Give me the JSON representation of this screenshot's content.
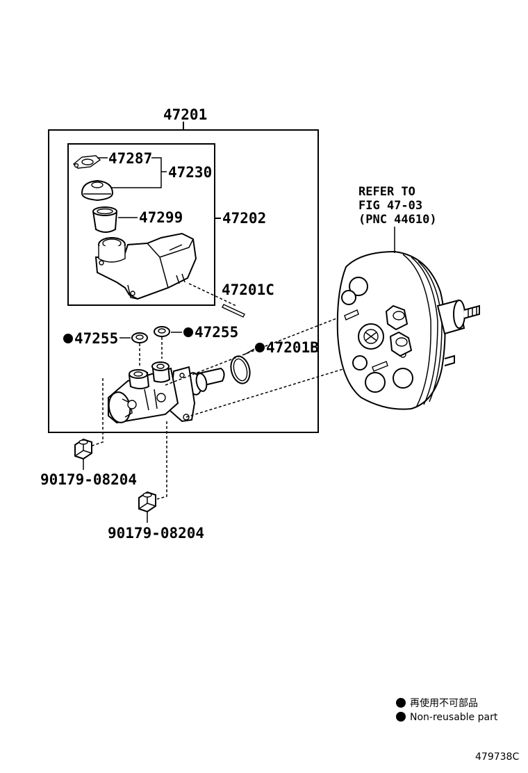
{
  "labels": {
    "p47201": "47201",
    "p47202": "47202",
    "p47287": "47287",
    "p47230": "47230",
    "p47299": "47299",
    "p47201C": "47201C",
    "p47255_left": "47255",
    "p47255_right": "47255",
    "p47201B": "47201B",
    "p90179_a": "90179-08204",
    "p90179_b": "90179-08204"
  },
  "refer": {
    "line1": "REFER TO",
    "line2": "FIG 47-03",
    "line3": "(PNC 44610)"
  },
  "legend": {
    "jp": "再使用不可部品",
    "en": "Non-reusable part"
  },
  "diagram_code": "479738C"
}
